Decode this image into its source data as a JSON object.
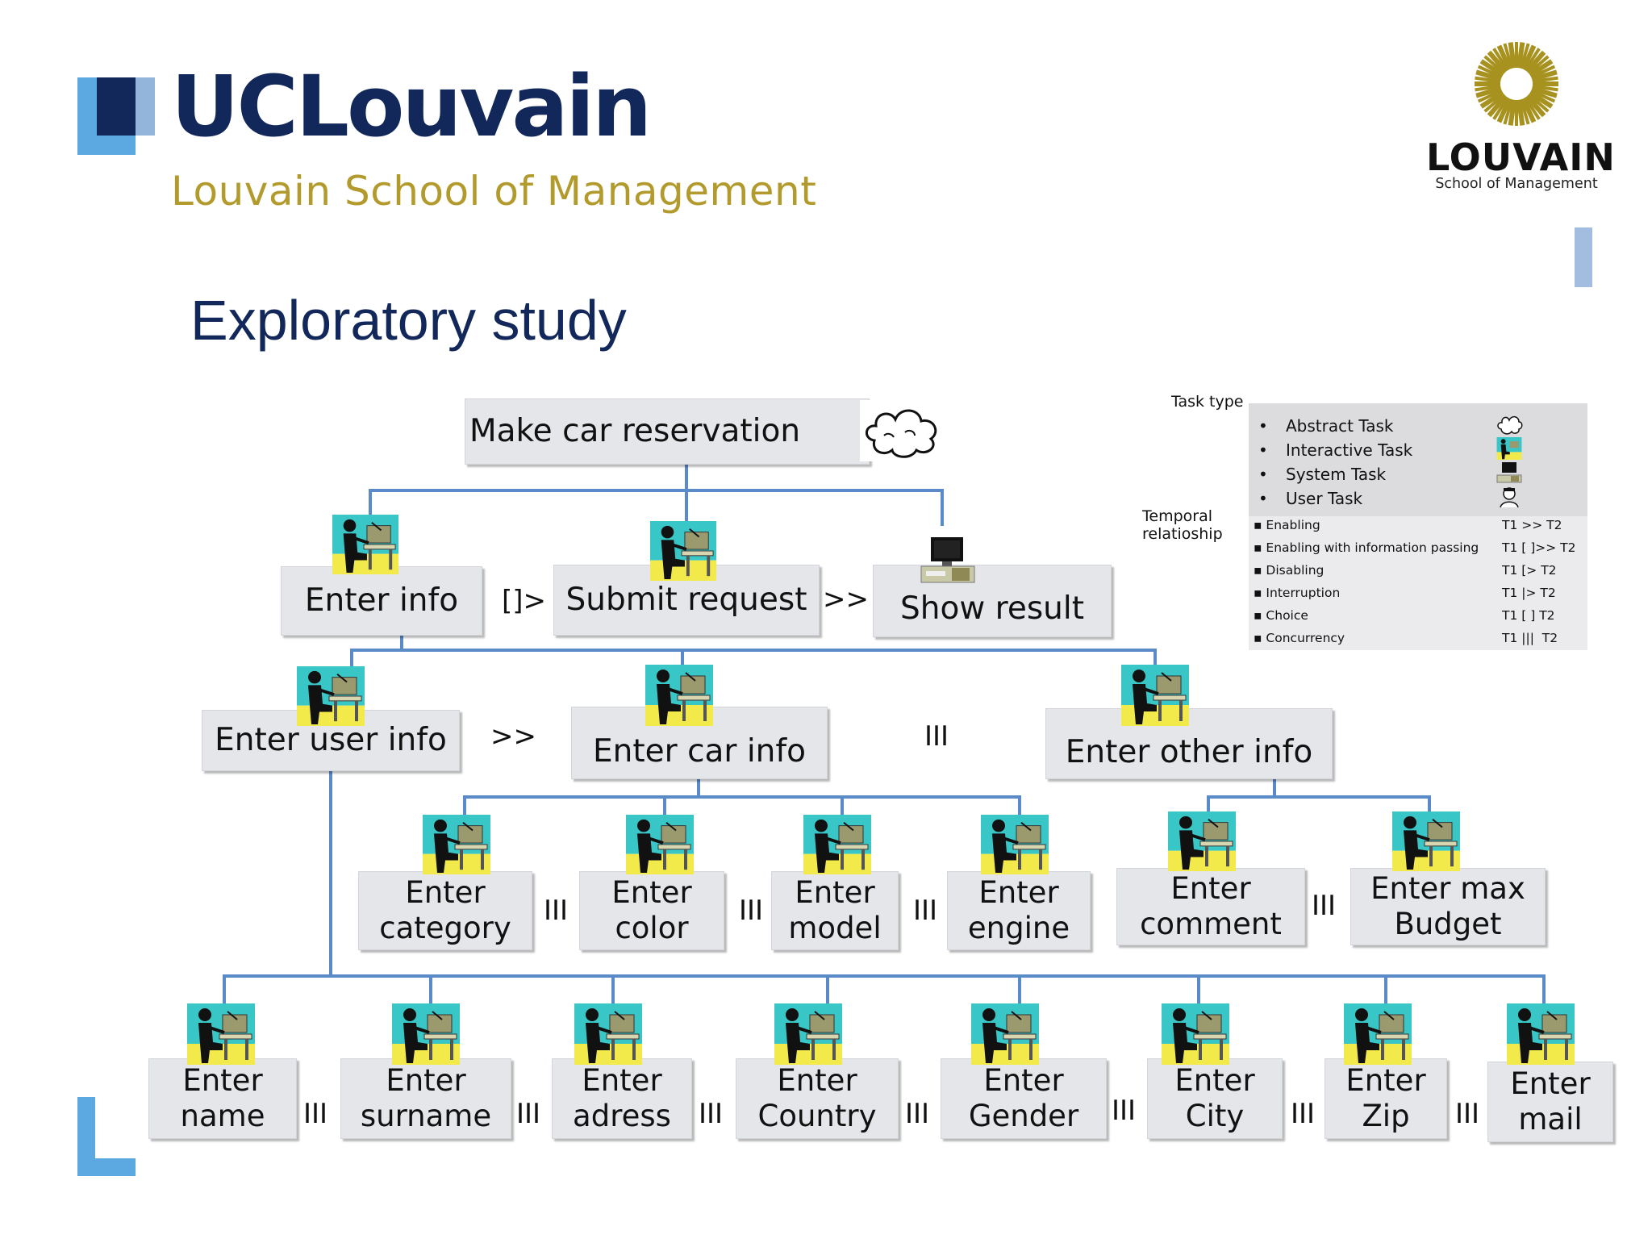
{
  "header": {
    "brand": "UCLouvain",
    "school": "Louvain School of Management",
    "logo_main": "LOUVAIN",
    "logo_sub": "School of Management"
  },
  "slide_title": "Exploratory study",
  "colors": {
    "navy": "#12275a",
    "gold": "#b39a2d",
    "light_blue": "#5ba9e0",
    "connector_blue": "#5b8ac8",
    "node_fill": "#e4e6ea"
  },
  "diagram": {
    "root": {
      "label": "Make car reservation",
      "task_type": "abstract"
    },
    "level1": [
      {
        "label": "Enter info",
        "task_type": "interactive"
      },
      {
        "label": "Submit request",
        "task_type": "interactive"
      },
      {
        "label": "Show result",
        "task_type": "system"
      }
    ],
    "level1_ops": [
      "[]>",
      ">>"
    ],
    "level2": [
      {
        "label": "Enter user info",
        "task_type": "interactive"
      },
      {
        "label": "Enter car info",
        "task_type": "interactive"
      },
      {
        "label": "Enter other info",
        "task_type": "interactive"
      }
    ],
    "level2_ops": [
      ">>",
      "III"
    ],
    "car_info_children": [
      {
        "lines": [
          "Enter",
          "category"
        ],
        "task_type": "interactive"
      },
      {
        "lines": [
          "Enter",
          "color"
        ],
        "task_type": "interactive"
      },
      {
        "lines": [
          "Enter",
          "model"
        ],
        "task_type": "interactive"
      },
      {
        "lines": [
          "Enter",
          "engine"
        ],
        "task_type": "interactive"
      }
    ],
    "car_info_ops": [
      "III",
      "III",
      "III"
    ],
    "other_info_children": [
      {
        "lines": [
          "Enter",
          "comment"
        ],
        "task_type": "interactive"
      },
      {
        "lines": [
          "Enter max",
          "Budget"
        ],
        "task_type": "interactive"
      }
    ],
    "other_info_ops": [
      "III"
    ],
    "user_info_children": [
      {
        "lines": [
          "Enter",
          "name"
        ],
        "task_type": "interactive"
      },
      {
        "lines": [
          "Enter",
          "surname"
        ],
        "task_type": "interactive"
      },
      {
        "lines": [
          "Enter",
          "adress"
        ],
        "task_type": "interactive"
      },
      {
        "lines": [
          "Enter",
          "Country"
        ],
        "task_type": "interactive"
      },
      {
        "lines": [
          "Enter",
          "Gender"
        ],
        "task_type": "interactive"
      },
      {
        "lines": [
          "Enter",
          "City"
        ],
        "task_type": "interactive"
      },
      {
        "lines": [
          "Enter",
          "Zip"
        ],
        "task_type": "interactive"
      },
      {
        "lines": [
          "Enter",
          "mail"
        ],
        "task_type": "interactive"
      }
    ],
    "user_info_ops": [
      "III",
      "III",
      "III",
      "III",
      "III",
      "III",
      "III"
    ]
  },
  "legend": {
    "task_type_heading": "Task type",
    "task_types": [
      {
        "label": "Abstract Task",
        "icon": "cloud-icon"
      },
      {
        "label": "Interactive Task",
        "icon": "user-at-computer-icon"
      },
      {
        "label": "System Task",
        "icon": "computer-icon"
      },
      {
        "label": "User Task",
        "icon": "person-icon"
      }
    ],
    "temporal_heading": "Temporal relatioship",
    "relations": [
      {
        "label": "Enabling",
        "notation": "T1 >> T2"
      },
      {
        "label": "Enabling with information passing",
        "notation": "T1 [ ]>> T2"
      },
      {
        "label": "Disabling",
        "notation": "T1 [> T2"
      },
      {
        "label": "Interruption",
        "notation": "T1 |> T2"
      },
      {
        "label": "Choice",
        "notation": "T1 [ ] T2"
      },
      {
        "label": "Concurrency",
        "notation": "T1 |||  T2"
      }
    ]
  }
}
